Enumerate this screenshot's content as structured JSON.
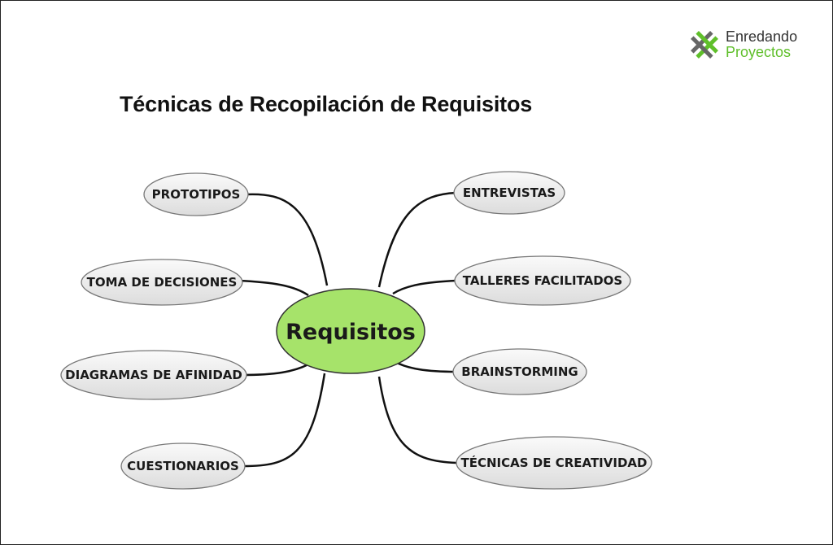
{
  "title": "Técnicas de Recopilación de Requisitos",
  "logo": {
    "line1": "Enredando",
    "line2": "Proyectos",
    "icon": "hash-grid-icon",
    "accent": "#5fbf2a",
    "secondary": "#666666"
  },
  "diagram": {
    "center": {
      "label": "Requisitos",
      "fill": "#a6e36a"
    },
    "node_fill": "#eeeeee",
    "left_nodes": [
      {
        "label": "PROTOTIPOS"
      },
      {
        "label": "TOMA DE DECISIONES"
      },
      {
        "label": "DIAGRAMAS DE AFINIDAD"
      },
      {
        "label": "CUESTIONARIOS"
      }
    ],
    "right_nodes": [
      {
        "label": "ENTREVISTAS"
      },
      {
        "label": "TALLERES FACILITADOS"
      },
      {
        "label": "BRAINSTORMING"
      },
      {
        "label": "TÉCNICAS DE CREATIVIDAD"
      }
    ]
  }
}
